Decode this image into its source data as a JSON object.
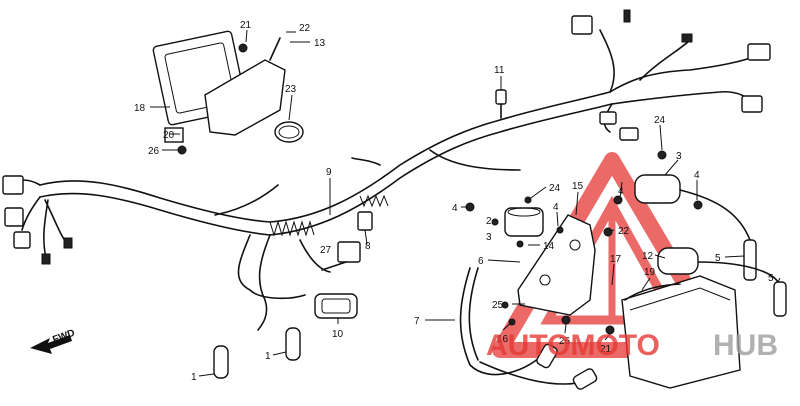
{
  "diagram": {
    "fwd_label": "FWD",
    "callouts": [
      {
        "id": "c21a",
        "text": "21"
      },
      {
        "id": "c22a",
        "text": "22"
      },
      {
        "id": "c13",
        "text": "13"
      },
      {
        "id": "c18",
        "text": "18"
      },
      {
        "id": "c20",
        "text": "20"
      },
      {
        "id": "c26a",
        "text": "26"
      },
      {
        "id": "c23",
        "text": "23"
      },
      {
        "id": "c11",
        "text": "11"
      },
      {
        "id": "c9",
        "text": "9"
      },
      {
        "id": "c24a",
        "text": "24"
      },
      {
        "id": "c24b",
        "text": "24"
      },
      {
        "id": "c3a",
        "text": "3"
      },
      {
        "id": "c4a",
        "text": "4"
      },
      {
        "id": "c4b",
        "text": "4"
      },
      {
        "id": "c4c",
        "text": "4"
      },
      {
        "id": "c4d",
        "text": "4"
      },
      {
        "id": "c15",
        "text": "15"
      },
      {
        "id": "c2",
        "text": "2"
      },
      {
        "id": "c3b",
        "text": "3"
      },
      {
        "id": "c14",
        "text": "14"
      },
      {
        "id": "c22b",
        "text": "22"
      },
      {
        "id": "c8",
        "text": "8"
      },
      {
        "id": "c27",
        "text": "27"
      },
      {
        "id": "c6",
        "text": "6"
      },
      {
        "id": "c12",
        "text": "12"
      },
      {
        "id": "c5a",
        "text": "5"
      },
      {
        "id": "c5b",
        "text": "5"
      },
      {
        "id": "c17",
        "text": "17"
      },
      {
        "id": "c19",
        "text": "19"
      },
      {
        "id": "c25",
        "text": "25"
      },
      {
        "id": "c7",
        "text": "7"
      },
      {
        "id": "c10",
        "text": "10"
      },
      {
        "id": "c16",
        "text": "16"
      },
      {
        "id": "c26b",
        "text": "26"
      },
      {
        "id": "c21b",
        "text": "21"
      },
      {
        "id": "c1a",
        "text": "1"
      },
      {
        "id": "c1b",
        "text": "1"
      }
    ]
  },
  "watermark": {
    "word1": "AUTOMOTO",
    "word2": "HUB",
    "color_primary": "#e53935",
    "color_secondary": "#9e9e9e"
  }
}
